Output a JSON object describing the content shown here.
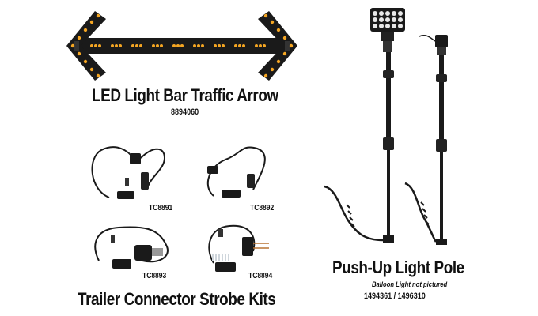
{
  "products": {
    "arrow": {
      "title": "LED Light Bar Traffic Arrow",
      "part_number": "8894060"
    },
    "kits": {
      "title": "Trailer Connector Strobe Kits",
      "items": [
        {
          "label": "TC8891"
        },
        {
          "label": "TC8892"
        },
        {
          "label": "TC8893"
        },
        {
          "label": "TC8894"
        }
      ]
    },
    "pole": {
      "title": "Push-Up Light Pole",
      "note": "Balloon Light not pictured",
      "part_numbers": "1494361 / 1496310"
    }
  },
  "colors": {
    "led": "#f5a623",
    "body": "#1a1a1a",
    "text": "#111111"
  }
}
